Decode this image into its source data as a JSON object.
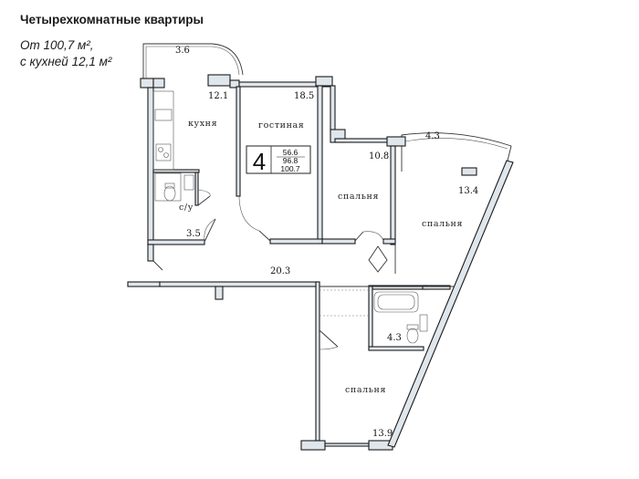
{
  "header": {
    "title": "Четырехкомнатные квартиры",
    "area_line": "От 100,7 м²,",
    "kitchen_line": "с кухней 12,1 м²"
  },
  "badge": {
    "rooms": "4",
    "living_area": "56.6",
    "total_area": "96.8",
    "total_with_balcony": "100.7"
  },
  "rooms": {
    "balcony_top": "3.6",
    "kitchen_area": "12.1",
    "kitchen_name": "кухня",
    "living_area": "18.5",
    "living_name": "гостиная",
    "bedroom1_area": "10.8",
    "bedroom1_name": "спальня",
    "balcony_right": "4.3",
    "bedroom2_area": "13.4",
    "bedroom2_name": "спальня",
    "bathroom1_name": "с/у",
    "bathroom1_area": "3.5",
    "hall_area": "20.3",
    "bathroom2_area": "4.3",
    "bedroom3_name": "спальня",
    "bedroom3_area": "13.9"
  }
}
